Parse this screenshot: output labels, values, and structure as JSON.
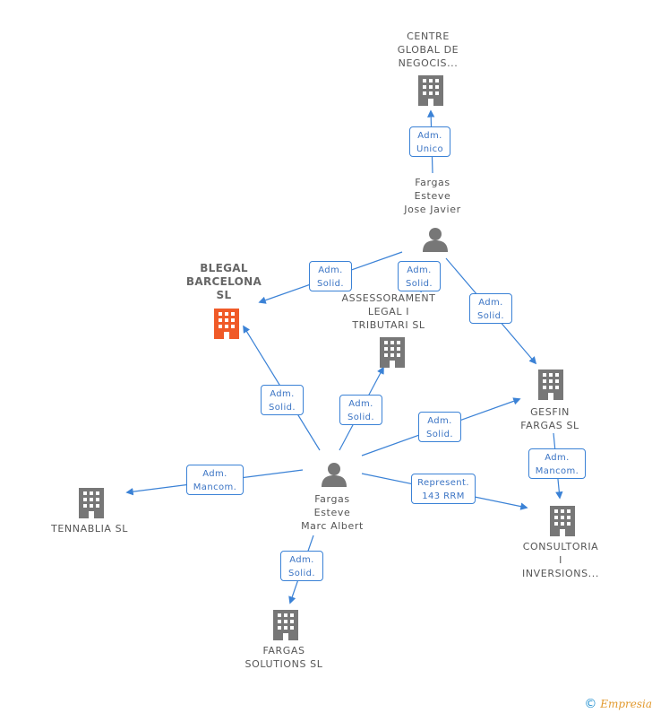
{
  "nodes": {
    "centre_global": "CENTRE\nGLOBAL DE\nNEGOCIS...",
    "jose_javier": "Fargas\nEsteve\nJose Javier",
    "blegal": "BLEGAL\nBARCELONA\nSL",
    "assessorament": "ASSESSORAMENT\nLEGAL I\nTRIBUTARI SL",
    "gesfin": "GESFIN\nFARGAS SL",
    "marc_albert": "Fargas\nEsteve\nMarc Albert",
    "tennablia": "TENNABLIA SL",
    "consultoria": "CONSULTORIA\nI\nINVERSIONS...",
    "fargas_solutions": "FARGAS\nSOLUTIONS SL"
  },
  "edges": {
    "jj_centre": "Adm.\nUnico",
    "jj_blegal": "Adm.\nSolid.",
    "jj_assess": "Adm.\nSolid.",
    "jj_gesfin": "Adm.\nSolid.",
    "ma_blegal": "Adm.\nSolid.",
    "ma_assess": "Adm.\nSolid.",
    "ma_gesfin": "Adm.\nSolid.",
    "ma_tennablia": "Adm.\nMancom.",
    "ma_consultoria": "Represent.\n143 RRM",
    "gesfin_consultoria": "Adm.\nMancom.",
    "ma_fargas_solutions": "Adm.\nSolid."
  },
  "footer": {
    "copyright": "©",
    "brand": "Empresia"
  },
  "colors": {
    "edge": "#3b82d6",
    "building": "#777777",
    "building_focus": "#f05a28",
    "person": "#777777"
  }
}
